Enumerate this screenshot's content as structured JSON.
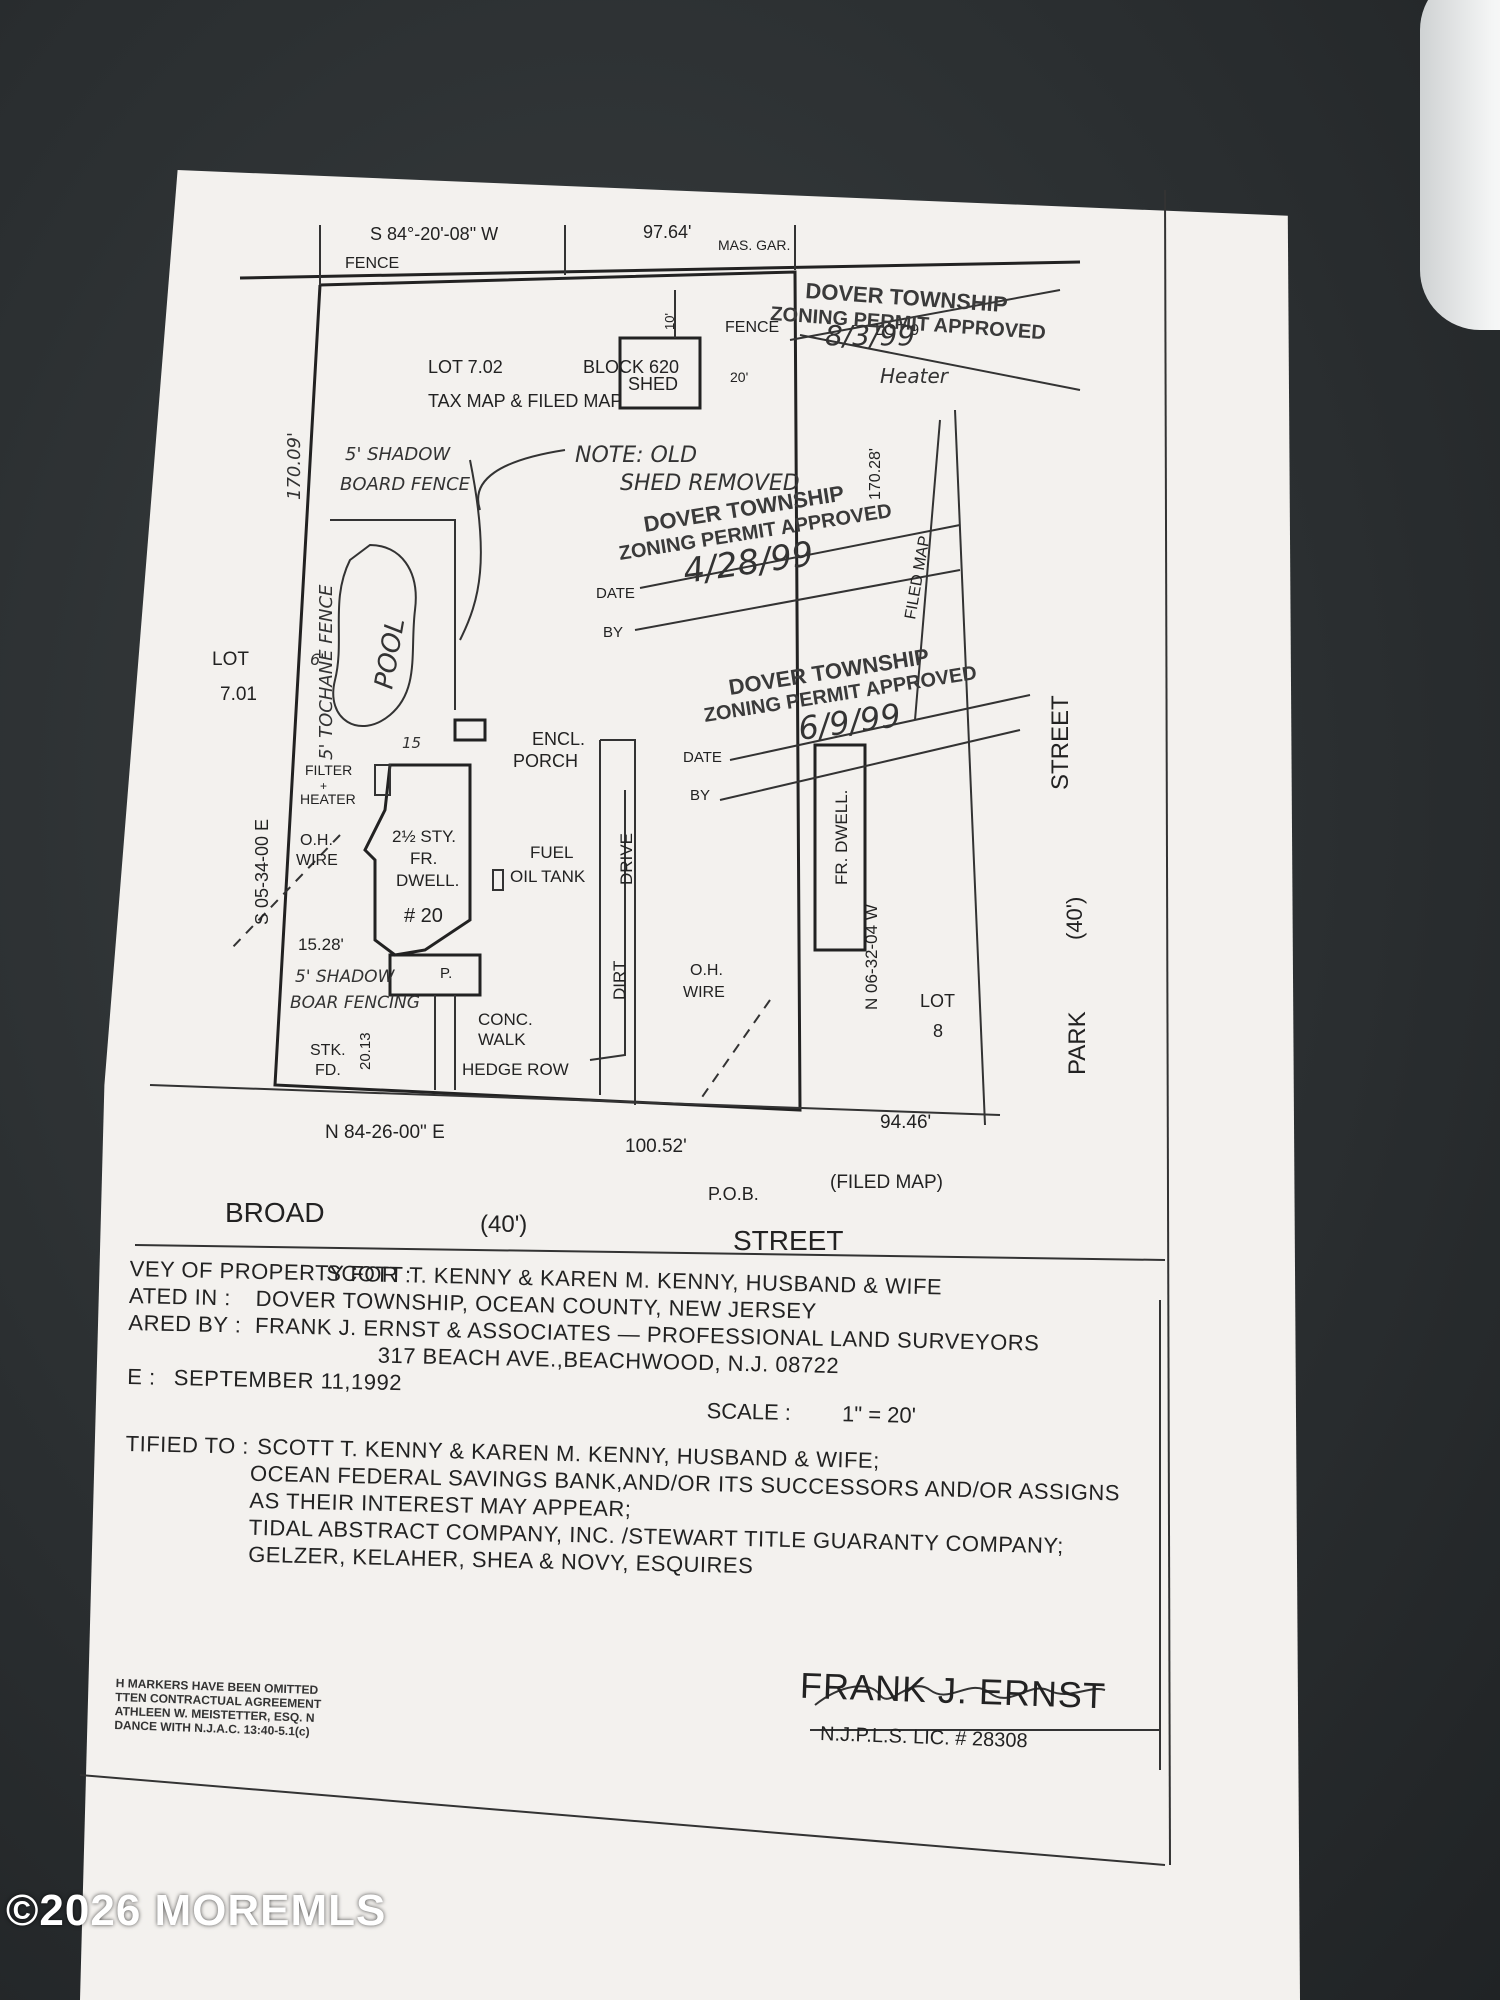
{
  "survey": {
    "top_bearing": "S 84°-20'-08\" W",
    "top_distance": "97.64'",
    "mas_gar": "MAS. GAR.",
    "fence_top": "FENCE",
    "fence_right": "FENCE",
    "shed_dist": "10'",
    "shed_label": "SHED",
    "shed_side_dist": "20'",
    "lot_702": "LOT 7.02",
    "block_620": "BLOCK 620",
    "tax_map": "TAX MAP & FILED MAP",
    "lot_9": "LOT 9",
    "heater_note": "Heater",
    "shadow_fence_1": "5' SHADOW",
    "shadow_fence_2": "BOARD FENCE",
    "note_1": "NOTE: OLD",
    "note_2": "SHED REMOVED",
    "left_side_dist": "170.09'",
    "right_side_dist": "170.28'",
    "tochane_fence": "5' TOCHANE FENCE",
    "pool": "POOL",
    "pool_offset": "6'",
    "lot_701_a": "LOT",
    "lot_701_b": "7.01",
    "offset_15": "15",
    "encl_porch_1": "ENCL.",
    "encl_porch_2": "PORCH",
    "filter_heater_1": "FILTER",
    "filter_heater_2": "+",
    "filter_heater_3": "HEATER",
    "left_bearing": "S 05-34-00 E",
    "oh_wire_left_1": "O.H.",
    "oh_wire_left_2": "WIRE",
    "dwell_1": "2½ STY.",
    "dwell_2": "FR.",
    "dwell_3": "DWELL.",
    "dwell_4": "# 20",
    "fuel_tank_1": "FUEL",
    "fuel_tank_2": "OIL TANK",
    "drive_1": "DRIVE",
    "drive_2": "DIRT",
    "offset_1528": "15.28'",
    "shadow_fencing_1": "5' SHADOW",
    "shadow_fencing_2": "BOAR FENCING",
    "porch_p": "P.",
    "conc_walk_1": "CONC.",
    "conc_walk_2": "WALK",
    "stk_fd_1": "STK.",
    "stk_fd_2": "FD.",
    "offset_2013": "20.13",
    "hedge_row": "HEDGE ROW",
    "oh_wire_right_1": "O.H.",
    "oh_wire_right_2": "WIRE",
    "fr_dwell": "FR. DWELL.",
    "right_bearing": "N 06-32-04 W",
    "lot_8_a": "LOT",
    "lot_8_b": "8",
    "park_street_1": "PARK",
    "park_street_2": "(40')",
    "park_street_3": "STREET",
    "bottom_bearing": "N 84-26-00\" E",
    "bottom_dist_1": "100.52'",
    "bottom_dist_2": "94.46'",
    "filed_map": "(FILED MAP)",
    "pob": "P.O.B.",
    "broad": "BROAD",
    "broad_width": "(40')",
    "street": "STREET",
    "filed_map_vertical": "FILED MAP"
  },
  "stamps": [
    {
      "line1": "DOVER TOWNSHIP",
      "line2": "ZONING PERMIT APPROVED",
      "handwritten_date": "8/3/99"
    },
    {
      "line1": "DOVER TOWNSHIP",
      "line2": "ZONING PERMIT APPROVED",
      "date_label": "DATE",
      "by_label": "BY",
      "handwritten_date": "4/28/99"
    },
    {
      "line1": "DOVER TOWNSHIP",
      "line2": "ZONING PERMIT APPROVED",
      "date_label": "DATE",
      "by_label": "BY",
      "handwritten_date": "6/9/99"
    }
  ],
  "title_block": {
    "survey_for_label": "VEY OF PROPERTY FOR :",
    "survey_for_value": "SCOTT T. KENNY & KAREN M. KENNY, HUSBAND & WIFE",
    "situated_label": "ATED IN :",
    "situated_value": "DOVER TOWNSHIP, OCEAN COUNTY, NEW JERSEY",
    "prepared_label": "ARED BY :",
    "prepared_value": "FRANK J. ERNST & ASSOCIATES — PROFESSIONAL LAND SURVEYORS",
    "address": "317 BEACH AVE.,BEACHWOOD, N.J. 08722",
    "date_label": "E :",
    "date_value": "SEPTEMBER 11,1992",
    "scale_label": "SCALE :",
    "scale_value": "1\" = 20'",
    "certified_label": "TIFIED TO :",
    "certified_lines": [
      "SCOTT T. KENNY & KAREN M. KENNY, HUSBAND & WIFE;",
      "OCEAN FEDERAL SAVINGS BANK,AND/OR ITS SUCCESSORS AND/OR ASSIGNS",
      "AS THEIR INTEREST MAY APPEAR;",
      "TIDAL ABSTRACT COMPANY, INC. /STEWART TITLE GUARANTY COMPANY;",
      "GELZER, KELAHER, SHEA & NOVY, ESQUIRES"
    ]
  },
  "markers_note": [
    "H MARKERS HAVE BEEN OMITTED",
    "TTEN CONTRACTUAL AGREEMENT",
    "ATHLEEN W. MEISTETTER, ESQ. N",
    "DANCE WITH N.J.A.C. 13:40-5.1(c)"
  ],
  "signature": {
    "name": "FRANK J. ERNST",
    "license_label": "N.J.P.L.S. LIC. #",
    "license_number": "28308"
  },
  "watermark": "©2026 MOREMLS"
}
